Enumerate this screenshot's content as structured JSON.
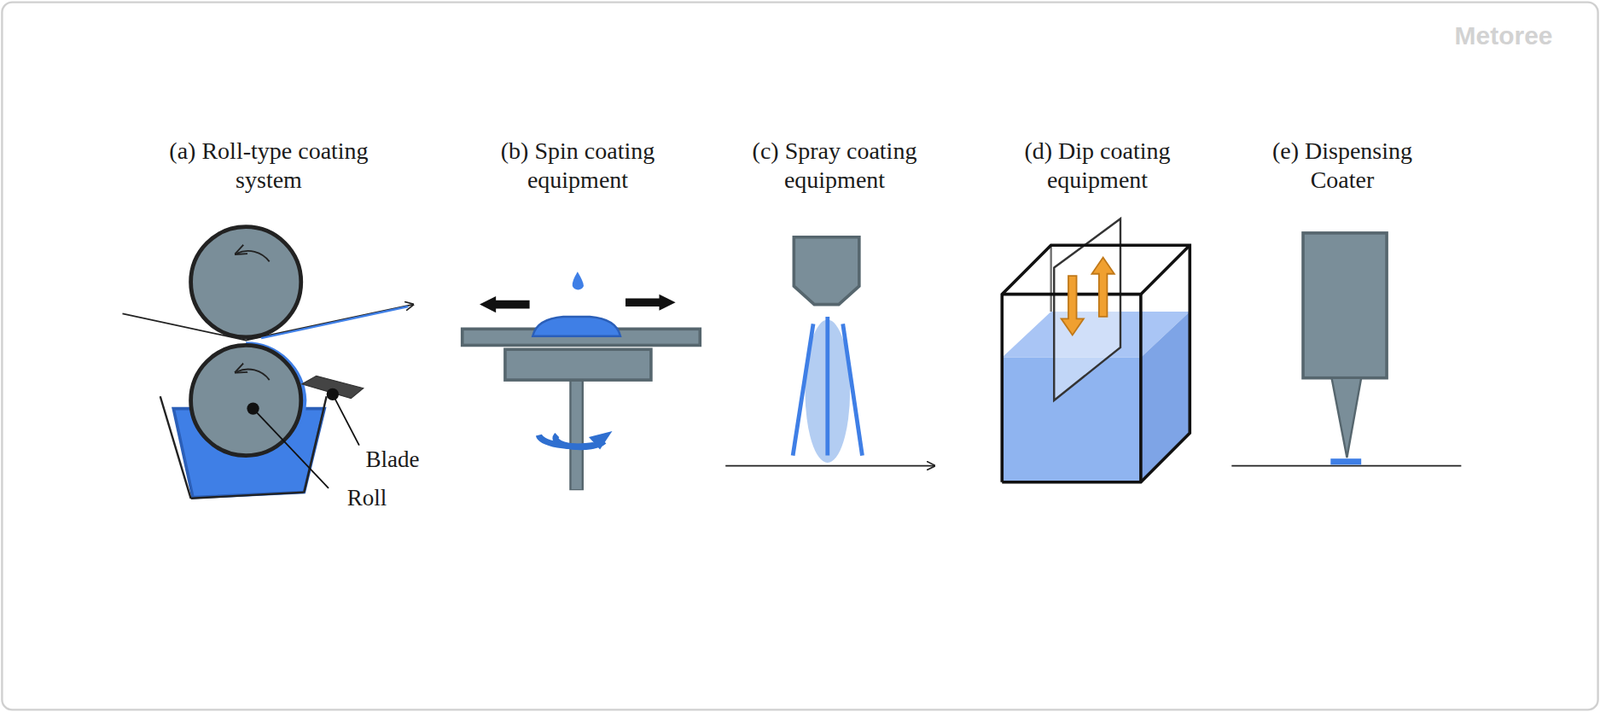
{
  "diagram": {
    "labels": [
      "(a) Roll-type coating system",
      "(b) Spin coating equipment",
      "(c) Spray coating equipment",
      "(d) Dip coating equipment",
      "(e) Dispensing Coater",
      "Blade",
      "Roll",
      "Metoree"
    ]
  }
}
